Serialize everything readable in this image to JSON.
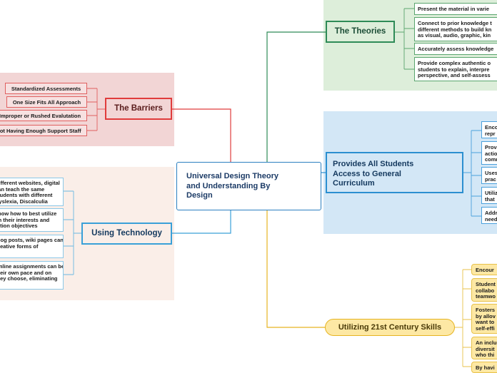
{
  "central": {
    "lines": [
      "Universal Design Theory",
      "and Understanding By",
      "Design"
    ]
  },
  "theories": {
    "title": "The Theories",
    "leaves": [
      {
        "lines": [
          "Present the material in varie"
        ]
      },
      {
        "lines": [
          "Connect to prior knowledge t",
          "different methods to build kn",
          "as visual, audio, graphic, kin"
        ]
      },
      {
        "lines": [
          "Accurately assess knowledge"
        ]
      },
      {
        "lines": [
          "Provide complex authentic o",
          "students to explain, interpre",
          "perspective, and self-assess"
        ]
      }
    ]
  },
  "barriers": {
    "title": "The Barriers",
    "leaves": [
      {
        "lines": [
          "Standardized Assessments"
        ]
      },
      {
        "lines": [
          "One Size Fits All Approach"
        ]
      },
      {
        "lines": [
          "Improper or Rushed Evalutation"
        ]
      },
      {
        "lines": [
          "Not Having Enough Support Staff"
        ]
      }
    ]
  },
  "access": {
    "title_lines": [
      "Provides All Students",
      "Access to General",
      "Curriculum"
    ],
    "leaves": [
      {
        "lines": [
          "Enco",
          "repr"
        ]
      },
      {
        "lines": [
          "Prov",
          "actio",
          "comm"
        ]
      },
      {
        "lines": [
          "Uses",
          "prac"
        ]
      },
      {
        "lines": [
          "Utiliz",
          "that"
        ]
      },
      {
        "lines": [
          "Addr",
          "need"
        ]
      }
    ]
  },
  "technology": {
    "title": "Using Technology",
    "leaves": [
      {
        "lines": [
          "Different websites, digital",
          "can teach the same",
          "students with different",
          "Dyslexia, Discalculia"
        ]
      },
      {
        "lines": [
          "know how to best utilize",
          "on their interests and",
          "ration objectives"
        ]
      },
      {
        "lines": [
          "Blog posts, wiki pages can",
          "creative forms of"
        ]
      },
      {
        "lines": [
          "Online assignments can be",
          "their own pace and on",
          "they choose, eliminating"
        ]
      }
    ]
  },
  "skills": {
    "title": "Utilizing 21st Century Skills",
    "leaves": [
      {
        "lines": [
          "Encour"
        ]
      },
      {
        "lines": [
          "Student",
          "collabo",
          "teamwo"
        ]
      },
      {
        "lines": [
          "Fosters",
          "by allov",
          "want to",
          "self-effi"
        ]
      },
      {
        "lines": [
          "An inclu",
          "diversit",
          "who thi"
        ]
      },
      {
        "lines": [
          "By havi"
        ]
      }
    ]
  },
  "colors": {
    "theories": "#2e8b57",
    "barriers": "#e03c3c",
    "access": "#2b8fd0",
    "technology": "#3aa0d8",
    "skills": "#e6b422"
  }
}
